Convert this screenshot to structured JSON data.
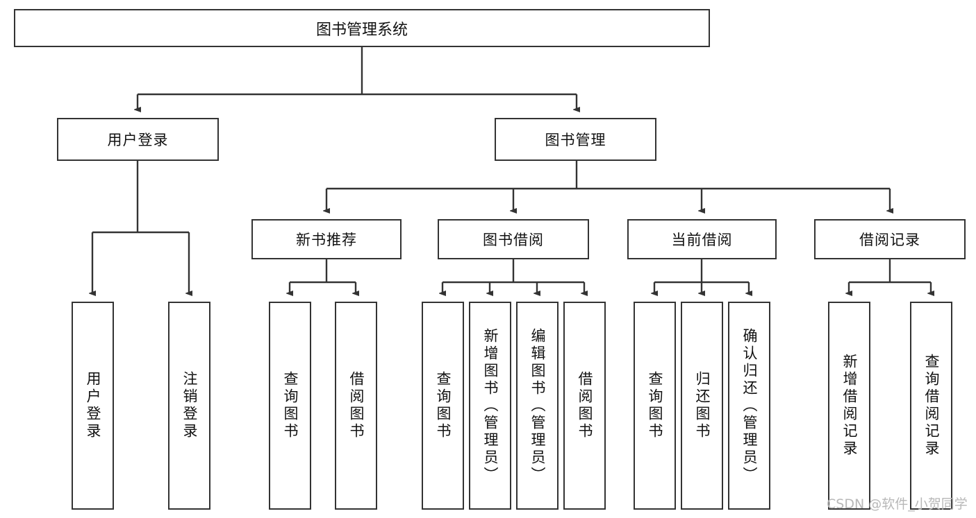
{
  "diagram": {
    "title": "图书管理系统",
    "type": "tree-hierarchy-chart",
    "watermark": "CSDN @软件_小贺同学",
    "colors": {
      "box_border": "#333333",
      "box_fill": "#ffffff",
      "edge": "#333333",
      "text": "#111111",
      "watermark": "#b8b8b8"
    },
    "root": {
      "label": "图书管理系统"
    },
    "level2": [
      {
        "label": "用户登录"
      },
      {
        "label": "图书管理"
      }
    ],
    "level3": [
      {
        "label": "新书推荐"
      },
      {
        "label": "图书借阅"
      },
      {
        "label": "当前借阅"
      },
      {
        "label": "借阅记录"
      }
    ],
    "leaves": [
      {
        "label": "用户登录"
      },
      {
        "label": "注销登录"
      },
      {
        "label": "查询图书"
      },
      {
        "label": "借阅图书"
      },
      {
        "label": "查询图书"
      },
      {
        "label": "新增图书（管理员）"
      },
      {
        "label": "编辑图书（管理员）"
      },
      {
        "label": "借阅图书"
      },
      {
        "label": "查询图书"
      },
      {
        "label": "归还图书"
      },
      {
        "label": "确认归还（管理员）"
      },
      {
        "label": "新增借阅记录"
      },
      {
        "label": "查询借阅记录"
      }
    ]
  }
}
